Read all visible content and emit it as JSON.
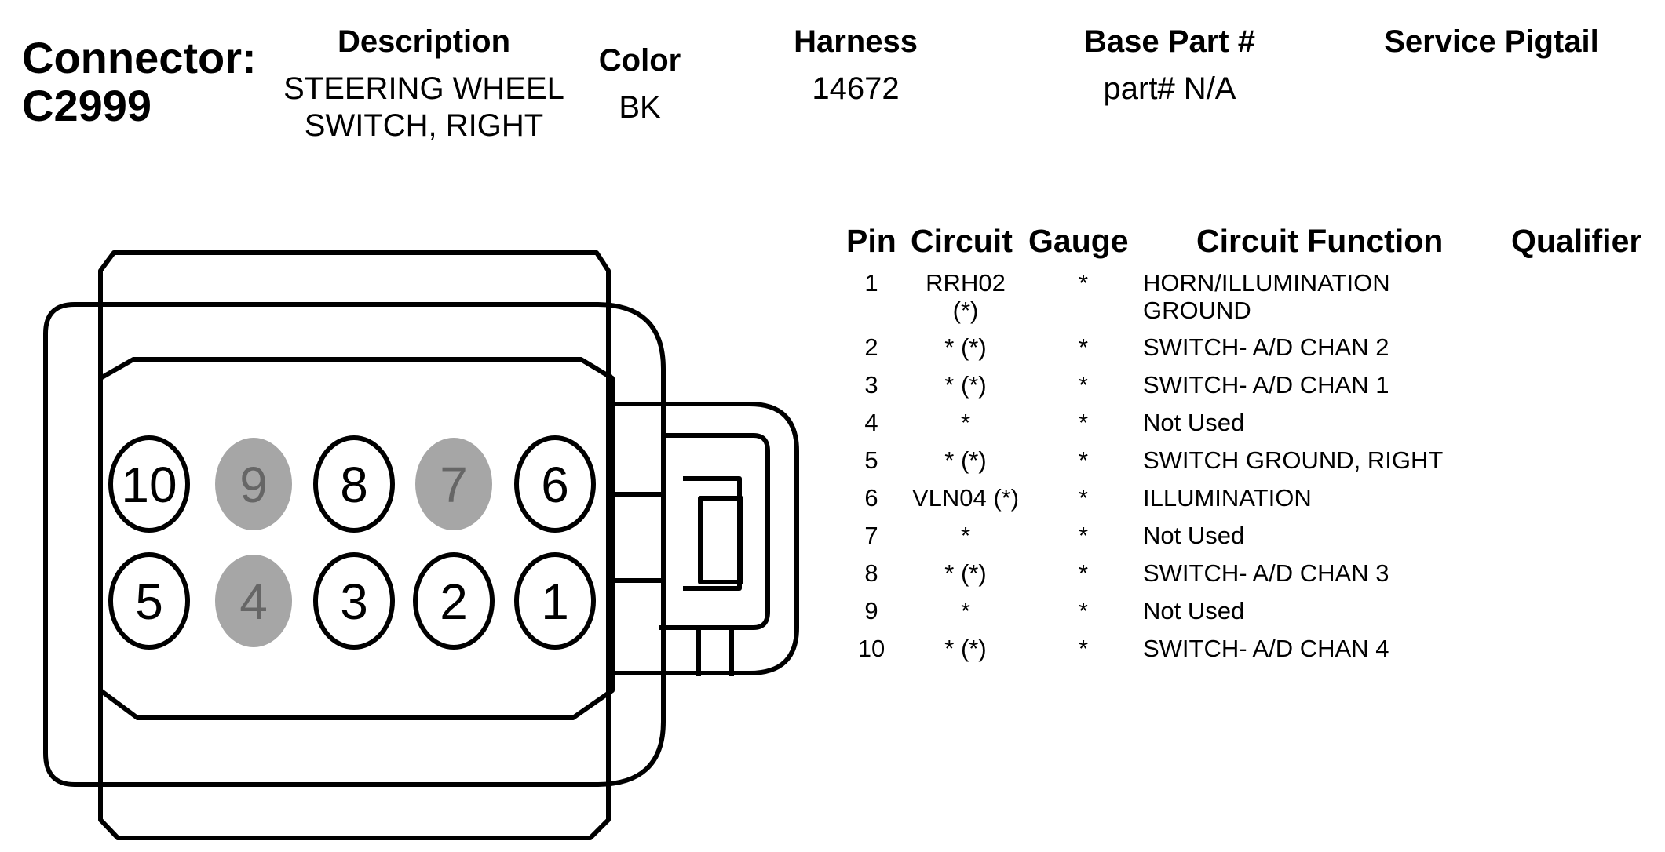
{
  "header": {
    "connector_label": "Connector:",
    "connector_id": "C2999",
    "description_label": "Description",
    "description_line1": "STEERING WHEEL",
    "description_line2": "SWITCH, RIGHT",
    "color_label": "Color",
    "color_value": "BK",
    "harness_label": "Harness",
    "harness_value": "14672",
    "base_part_label": "Base Part #",
    "base_part_value": "part# N/A",
    "service_pigtail_label": "Service Pigtail"
  },
  "table": {
    "headers": {
      "pin": "Pin",
      "circuit": "Circuit",
      "gauge": "Gauge",
      "function": "Circuit Function",
      "qualifier": "Qualifier"
    },
    "rows": [
      {
        "pin": "1",
        "circuit": "RRH02",
        "circuit2": "(*)",
        "gauge": "*",
        "function": "HORN/ILLUMINATION",
        "function2": "GROUND"
      },
      {
        "pin": "2",
        "circuit": "* (*)",
        "gauge": "*",
        "function": "SWITCH- A/D CHAN 2"
      },
      {
        "pin": "3",
        "circuit": "* (*)",
        "gauge": "*",
        "function": "SWITCH- A/D CHAN 1"
      },
      {
        "pin": "4",
        "circuit": "*",
        "gauge": "*",
        "function": "Not Used"
      },
      {
        "pin": "5",
        "circuit": "* (*)",
        "gauge": "*",
        "function": "SWITCH GROUND, RIGHT"
      },
      {
        "pin": "6",
        "circuit": "VLN04 (*)",
        "gauge": "*",
        "function": "ILLUMINATION"
      },
      {
        "pin": "7",
        "circuit": "*",
        "gauge": "*",
        "function": "Not Used"
      },
      {
        "pin": "8",
        "circuit": "* (*)",
        "gauge": "*",
        "function": "SWITCH- A/D CHAN 3"
      },
      {
        "pin": "9",
        "circuit": "*",
        "gauge": "*",
        "function": "Not Used"
      },
      {
        "pin": "10",
        "circuit": "* (*)",
        "gauge": "*",
        "function": "SWITCH- A/D CHAN 4"
      }
    ]
  },
  "connector_pins": {
    "top_row": [
      {
        "label": "10",
        "used": true
      },
      {
        "label": "9",
        "used": false
      },
      {
        "label": "8",
        "used": true
      },
      {
        "label": "7",
        "used": false
      },
      {
        "label": "6",
        "used": true
      }
    ],
    "bottom_row": [
      {
        "label": "5",
        "used": true
      },
      {
        "label": "4",
        "used": false
      },
      {
        "label": "3",
        "used": true
      },
      {
        "label": "2",
        "used": true
      },
      {
        "label": "1",
        "used": true
      }
    ],
    "colors": {
      "used_fill": "#ffffff",
      "unused_fill": "#a6a6a6",
      "unused_text": "#666666",
      "stroke": "#000000"
    }
  }
}
